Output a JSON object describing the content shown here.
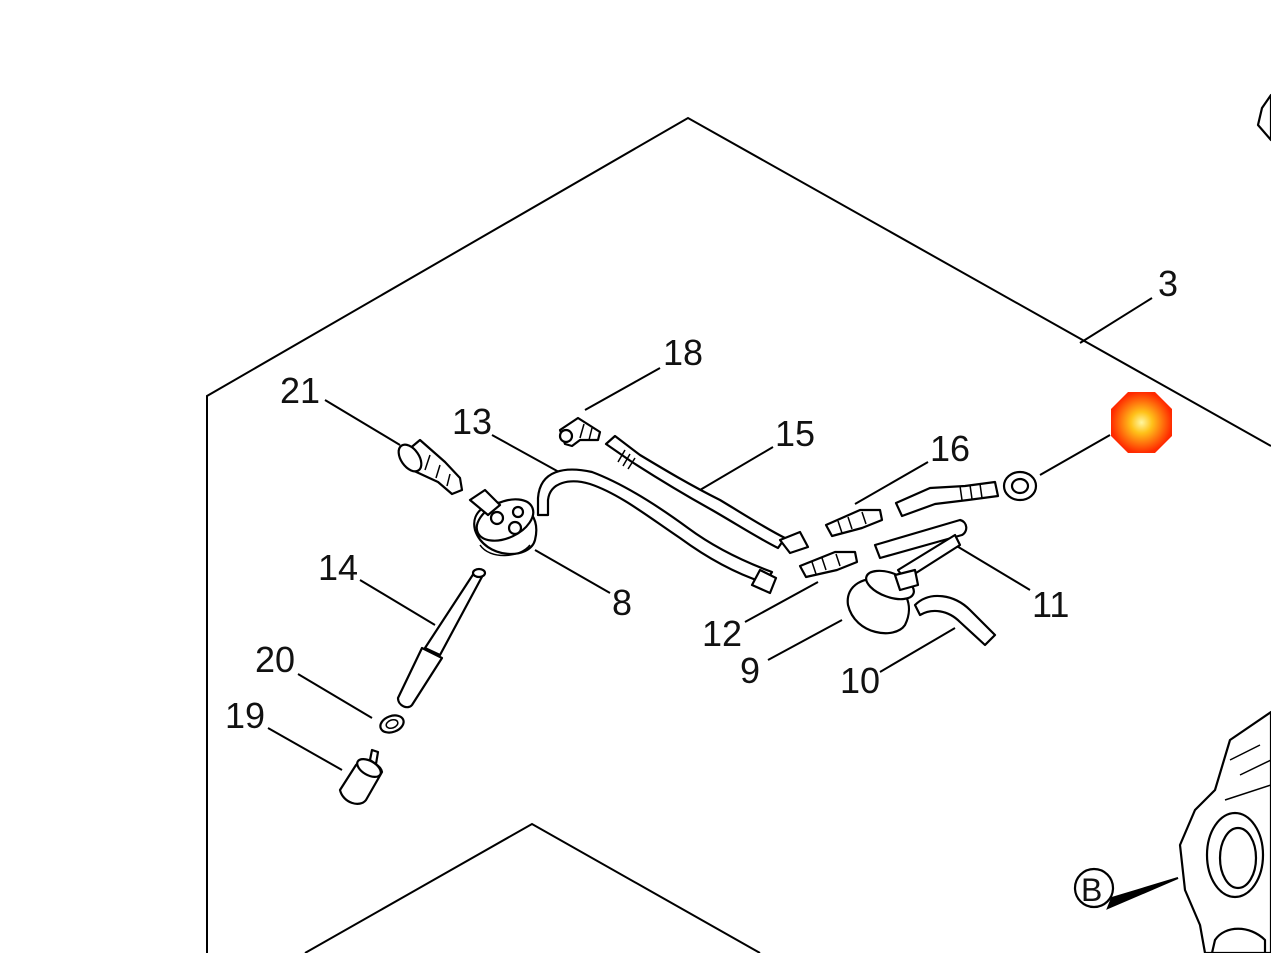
{
  "labels": {
    "p3": "3",
    "p8": "8",
    "p9": "9",
    "p10": "10",
    "p11": "11",
    "p12": "12",
    "p13": "13",
    "p14": "14",
    "p15": "15",
    "p16": "16",
    "p18": "18",
    "p19": "19",
    "p20": "20",
    "p21": "21",
    "view_b": "B"
  },
  "colors": {
    "highlight_marker": "#ff2a00",
    "highlight_center": "#ffd54a",
    "line": "#000000"
  }
}
